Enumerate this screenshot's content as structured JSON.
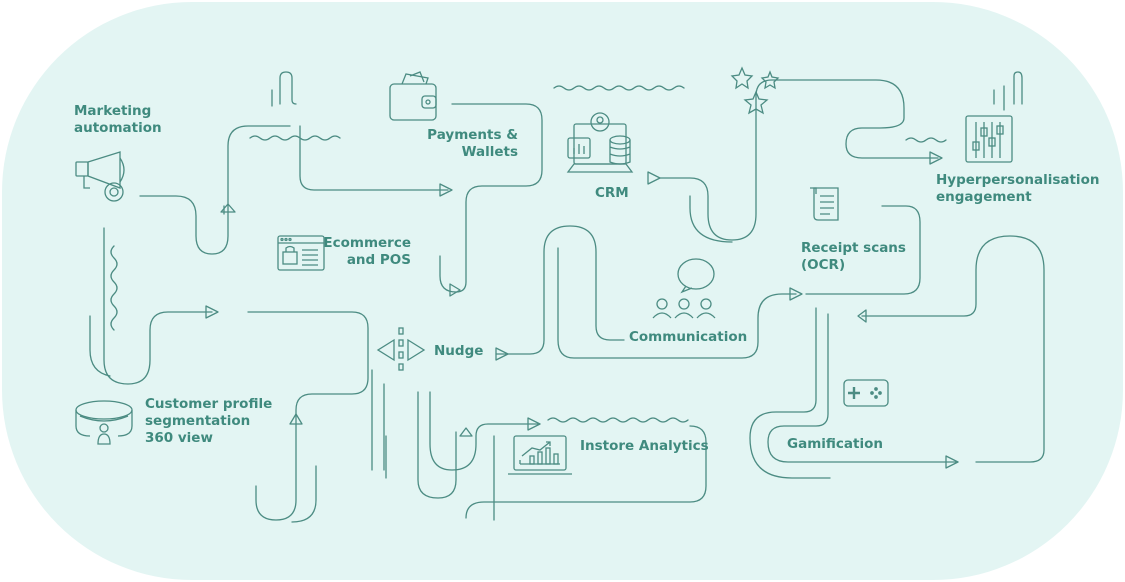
{
  "colors": {
    "background": "#e3f5f3",
    "line": "#4c8c83",
    "label": "#3f8a7e"
  },
  "nodes": [
    {
      "id": "marketing",
      "icon": "megaphone-gear-icon",
      "lines": [
        "Marketing",
        "automation"
      ]
    },
    {
      "id": "payments",
      "icon": "wallet-icon",
      "lines": [
        "Payments &",
        "Wallets"
      ]
    },
    {
      "id": "crm",
      "icon": "laptop-database-icon",
      "lines": [
        "CRM"
      ]
    },
    {
      "id": "hyper",
      "icon": "sliders-icon",
      "lines": [
        "Hyperpersonalisation",
        "engagement"
      ]
    },
    {
      "id": "ecommerce",
      "icon": "browser-store-icon",
      "lines": [
        "Ecommerce",
        "and POS"
      ]
    },
    {
      "id": "receipt",
      "icon": "receipt-icon",
      "lines": [
        "Receipt scans",
        "(OCR)"
      ]
    },
    {
      "id": "communication",
      "icon": "chat-people-icon",
      "lines": [
        "Communication"
      ]
    },
    {
      "id": "nudge",
      "icon": "nudge-arrows-icon",
      "lines": [
        "Nudge"
      ]
    },
    {
      "id": "customer",
      "icon": "ring-person-icon",
      "lines": [
        "Customer profile",
        "segmentation",
        "360 view"
      ]
    },
    {
      "id": "instore",
      "icon": "analytics-chart-icon",
      "lines": [
        "Instore Analytics"
      ]
    },
    {
      "id": "gamification",
      "icon": "gamepad-icon",
      "lines": [
        "Gamification"
      ]
    }
  ]
}
